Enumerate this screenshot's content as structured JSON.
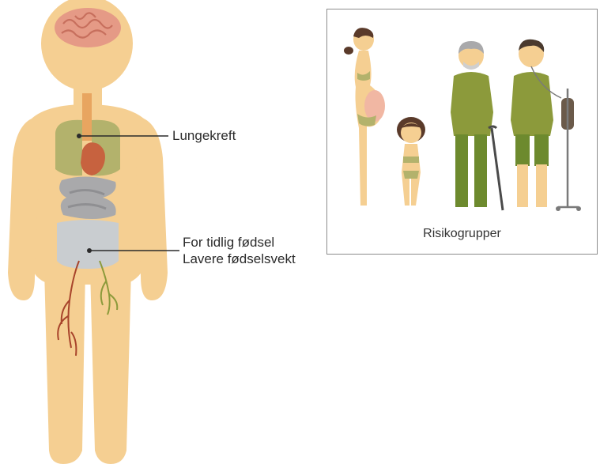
{
  "labels": {
    "lung_cancer": "Lungekreft",
    "preterm_birth": "For tidlig fødsel",
    "low_birth_weight": "Lavere fødselsvekt"
  },
  "risk_panel": {
    "caption": "Risikogrupper"
  },
  "colors": {
    "skin": "#f5cf92",
    "lungs": "#b3b26c",
    "heart": "#c7623f",
    "stomach": "#a9a9ab",
    "womb": "#c9cdd0",
    "brain": "#e59a86",
    "clothing": "#8c9a3b",
    "vein_red": "#a8442b",
    "vein_green": "#8c9a3b"
  }
}
